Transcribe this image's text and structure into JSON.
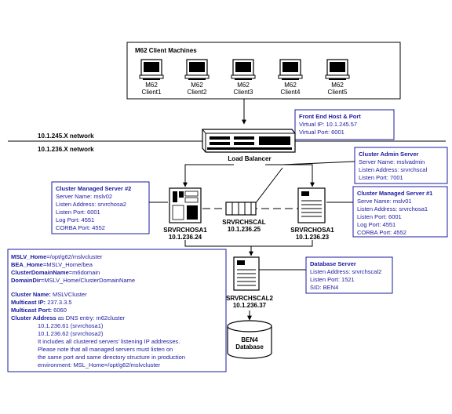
{
  "client_group": {
    "title": "M62 Client Machines",
    "clients": [
      {
        "model": "M62",
        "name": "Client1"
      },
      {
        "model": "M62",
        "name": "Client2"
      },
      {
        "model": "M62",
        "name": "Client3"
      },
      {
        "model": "M62",
        "name": "Client4"
      },
      {
        "model": "M62",
        "name": "Client5"
      }
    ]
  },
  "networks": {
    "upper": "10.1.245.X network",
    "lower": "10.1.236.X network"
  },
  "front_end": {
    "title": "Front End Host & Port",
    "lines": [
      "Virtual IP: 10.1.245.57",
      "Virtual Port: 6001"
    ]
  },
  "load_balancer": {
    "label": "Load Balancer"
  },
  "cluster_admin": {
    "title": "Cluster Admin Server",
    "lines": [
      "Server Name: mslvadmin",
      "Listen Address: srvrchscal",
      "Listen Port: 7001"
    ]
  },
  "managed2": {
    "title": "Cluster Managed Server #2",
    "lines": [
      "Server Name: mslv02",
      "Listen Address: srvrchosa2",
      "Listen Port: 6001",
      "Log Port: 4551",
      "CORBA Port: 4552"
    ]
  },
  "managed1": {
    "title": "Cluster Managed Server #1",
    "lines": [
      "Serve Name: mslv01",
      "Listen Address: srvrchosa1",
      "Listen Port: 6001",
      "Log Port: 4551",
      "CORBA Port: 4552"
    ]
  },
  "hosts": {
    "left": {
      "name": "SRVRCHOSA1",
      "ip": "10.1.236.24"
    },
    "middle": {
      "name": "SRVRCHSCAL",
      "ip": "10.1.236.25"
    },
    "right": {
      "name": "SRVRCHOSA1",
      "ip": "10.1.236.23"
    },
    "db": {
      "name": "SRVRCHSCAL2",
      "ip": "10.1.236.37"
    }
  },
  "database_server": {
    "title": "Database Server",
    "lines": [
      "Listen Address: srvrchscal2",
      "Listen Port:  1521",
      "SID: BEN4"
    ]
  },
  "database": {
    "line1": "BEN4",
    "line2": "Database"
  },
  "config": {
    "env": [
      {
        "key": "MSLV_Home",
        "val": "=/opt/g62/mslvcluster"
      },
      {
        "key": "BEA_Home",
        "val": "=MSLV_Home/bea"
      },
      {
        "key": "ClusterDomainName",
        "val": "=m6domain"
      },
      {
        "key": "DomainDir",
        "val": "=MSLV_Home/ClusterDomainName"
      }
    ],
    "cluster_name": {
      "key": "Cluster Name:",
      "val": " MSLVCluster"
    },
    "multicast_ip": {
      "key": "Multicast IP:",
      "val": " 237.3.3.5"
    },
    "multicast_port": {
      "key": "Multicast Port:",
      "val": " 6060"
    },
    "cluster_address": {
      "key": "Cluster Address",
      "val": " as DNS entry: m62cluster"
    },
    "notes": [
      "10.1.236.61 (srvrchosa1)",
      "10.1.236.62 (srvrchosa2)",
      "It includes all clustered servers' listening IP addresses.",
      "Please note that all managed servers must listen on",
      "the same port and same directory structure in production",
      "environment: MSL_Home=/opt/g62/mslvcluster"
    ]
  }
}
